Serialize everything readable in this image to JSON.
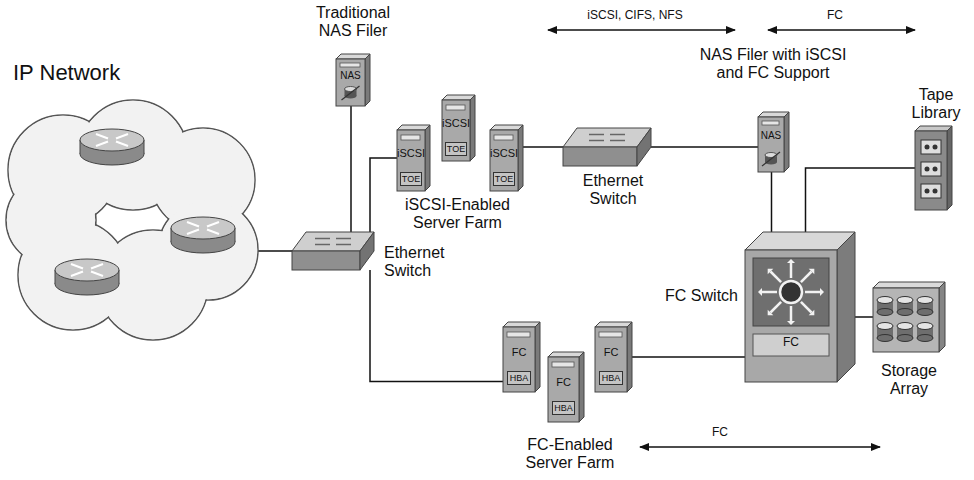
{
  "diagram": {
    "nodes": [
      {
        "text": [
          "IP Network"
        ]
      },
      {
        "text": [
          "Ethernet Switch"
        ]
      },
      {
        "text": [
          "Traditional NAS Filer",
          "NAS"
        ]
      },
      {
        "text": [
          "iSCSI",
          "TOE"
        ]
      },
      {
        "text": [
          "iSCSI",
          "TOE"
        ]
      },
      {
        "text": [
          "iSCSI",
          "TOE"
        ]
      },
      {
        "text": [
          "Ethernet Switch"
        ]
      },
      {
        "text": [
          "NAS Filer with iSCSI and FC Support",
          "NAS"
        ]
      },
      {
        "text": [
          "Tape Library"
        ]
      },
      {
        "text": [
          "FC Switch",
          "FC"
        ]
      },
      {
        "text": [
          "Storage Array"
        ]
      },
      {
        "text": [
          "FC",
          "HBA"
        ]
      },
      {
        "text": [
          "FC",
          "HBA"
        ]
      },
      {
        "text": [
          "FC",
          "HBA"
        ]
      }
    ],
    "edges": [
      {
        "from": 0,
        "to": 1,
        "arrow": "none"
      },
      {
        "from": 1,
        "to": 2,
        "arrow": "none"
      },
      {
        "from": 1,
        "to": 3,
        "arrow": "none"
      },
      {
        "from": 5,
        "to": 6,
        "arrow": "none"
      },
      {
        "from": 6,
        "to": 7,
        "arrow": "none"
      },
      {
        "from": 1,
        "to": 11,
        "arrow": "none"
      },
      {
        "from": 13,
        "to": 9,
        "arrow": "none"
      },
      {
        "from": 7,
        "to": 9,
        "arrow": "none"
      },
      {
        "from": 8,
        "to": 9,
        "arrow": "none"
      },
      {
        "from": 10,
        "to": 9,
        "arrow": "none"
      }
    ],
    "labels": [
      "iSCSI, CIFS, NFS",
      "FC",
      "iSCSI-Enabled Server Farm",
      "FC-Enabled Server Farm",
      "FC"
    ]
  }
}
